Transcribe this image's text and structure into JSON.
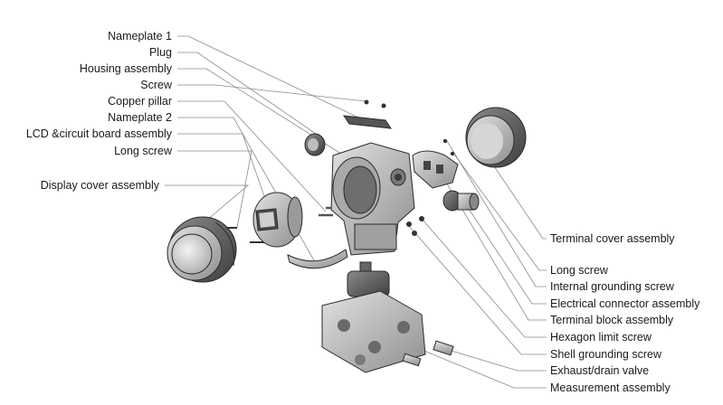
{
  "left_labels": [
    "Nameplate 1",
    "Plug",
    "Housing assembly",
    "Screw",
    "Copper pillar",
    "Nameplate 2",
    "LCD &circuit board assembly",
    "Long screw",
    "Display cover assembly"
  ],
  "right_labels": [
    "Terminal cover assembly",
    "Long screw",
    "Internal grounding screw",
    "Electrical connector assembly",
    "Terminal block assembly",
    "Hexagon limit screw",
    "Shell grounding screw",
    "Exhaust/drain valve",
    "Measurement assembly"
  ]
}
